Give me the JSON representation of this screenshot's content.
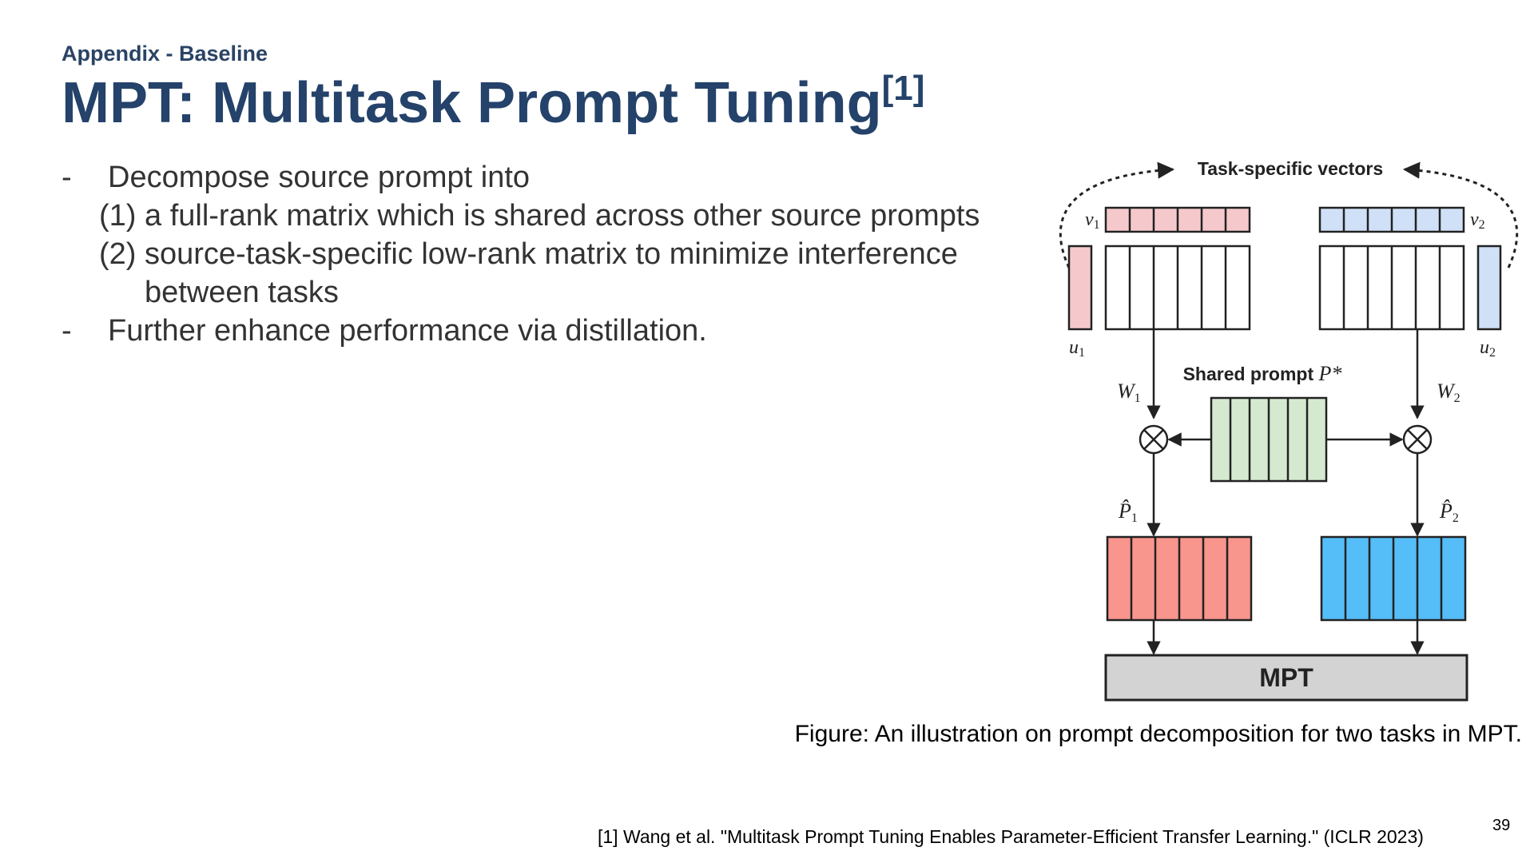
{
  "header": {
    "section_label": "Appendix - Baseline",
    "title": "MPT: Multitask Prompt Tuning",
    "title_ref": "[1]"
  },
  "bullets": [
    {
      "marker": "-",
      "text": "Decompose source prompt into",
      "subitems": [
        {
          "text": "(1) a full-rank matrix which is shared across other source prompts"
        },
        {
          "text": "(2) source-task-specific low-rank matrix to minimize interference",
          "continuation": "between tasks"
        }
      ]
    },
    {
      "marker": "-",
      "text": "Further enhance performance via distillation."
    }
  ],
  "diagram": {
    "top_label": "Task-specific vectors",
    "shared_label": "Shared prompt",
    "shared_symbol": "P*",
    "v1": "v",
    "v1_sub": "1",
    "v2": "v",
    "v2_sub": "2",
    "u1": "u",
    "u1_sub": "1",
    "u2": "u",
    "u2_sub": "2",
    "w1": "W",
    "w1_sub": "1",
    "w2": "W",
    "w2_sub": "2",
    "p1": "P̂",
    "p1_sub": "1",
    "p2": "P̂",
    "p2_sub": "2",
    "output_label": "MPT",
    "colors": {
      "v1_fill": "#f5c9cc",
      "v2_fill": "#cfe0f7",
      "shared_fill": "#d4e9d0",
      "p1_fill": "#f8958d",
      "p2_fill": "#55bdf7",
      "mpt_fill": "#d3d3d3"
    }
  },
  "caption": "Figure: An illustration on prompt decomposition for two tasks in MPT.",
  "footnote": "[1] Wang et al. \"Multitask Prompt Tuning Enables Parameter-Efficient Transfer Learning.\" (ICLR 2023)",
  "page_number": "39"
}
